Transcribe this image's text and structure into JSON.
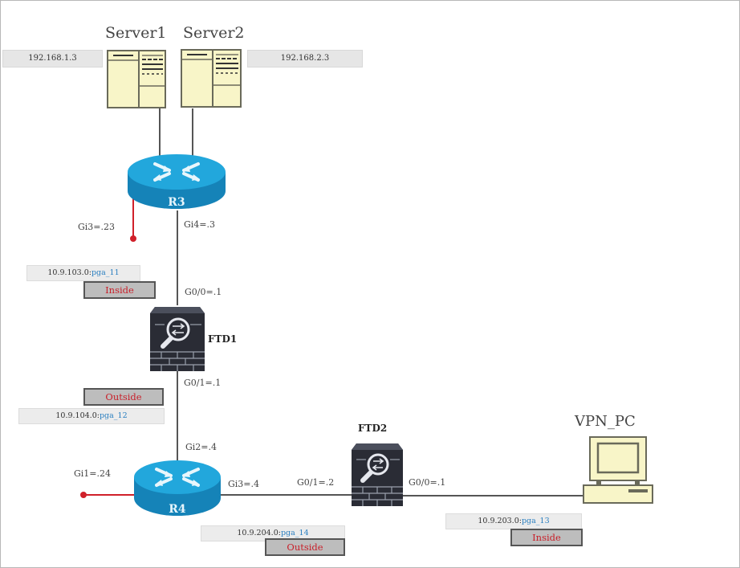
{
  "diagram": {
    "devices": {
      "server1": {
        "label": "Server1",
        "ip": "192.168.1.3"
      },
      "server2": {
        "label": "Server2",
        "ip": "192.168.2.3"
      },
      "r3": {
        "label": "R3"
      },
      "r4": {
        "label": "R4"
      },
      "ftd1": {
        "label": "FTD1"
      },
      "ftd2": {
        "label": "FTD2"
      },
      "vpn_pc": {
        "label": "VPN_PC"
      }
    },
    "interfaces": {
      "r3_gi3": "Gi3=.23",
      "r3_gi4": "Gi4=.3",
      "ftd1_g00": "G0/0=.1",
      "ftd1_g01": "G0/1=.1",
      "r4_gi2": "Gi2=.4",
      "r4_gi1": "Gi1=.24",
      "r4_gi3": "Gi3=.4",
      "ftd2_g01": "G0/1=.2",
      "ftd2_g00": "G0/0=.1"
    },
    "networks": {
      "net_103": {
        "prefix": "10.9.103.0:",
        "name": "pga_11",
        "zone": "Inside"
      },
      "net_104": {
        "prefix": "10.9.104.0:",
        "name": "pga_12",
        "zone": "Outside"
      },
      "net_204": {
        "prefix": "10.9.204.0:",
        "name": "pga_14",
        "zone": "Outside"
      },
      "net_203": {
        "prefix": "10.9.203.0:",
        "name": "pga_13",
        "zone": "Inside"
      }
    },
    "colors": {
      "router": "#1ea3d6",
      "firewall": "#2a2c35",
      "link": "#555555",
      "stub_link": "#d0202a",
      "zone_text": "#c8202a",
      "pga_text": "#2a7fc0",
      "device_fill": "#f8f5c8"
    }
  }
}
